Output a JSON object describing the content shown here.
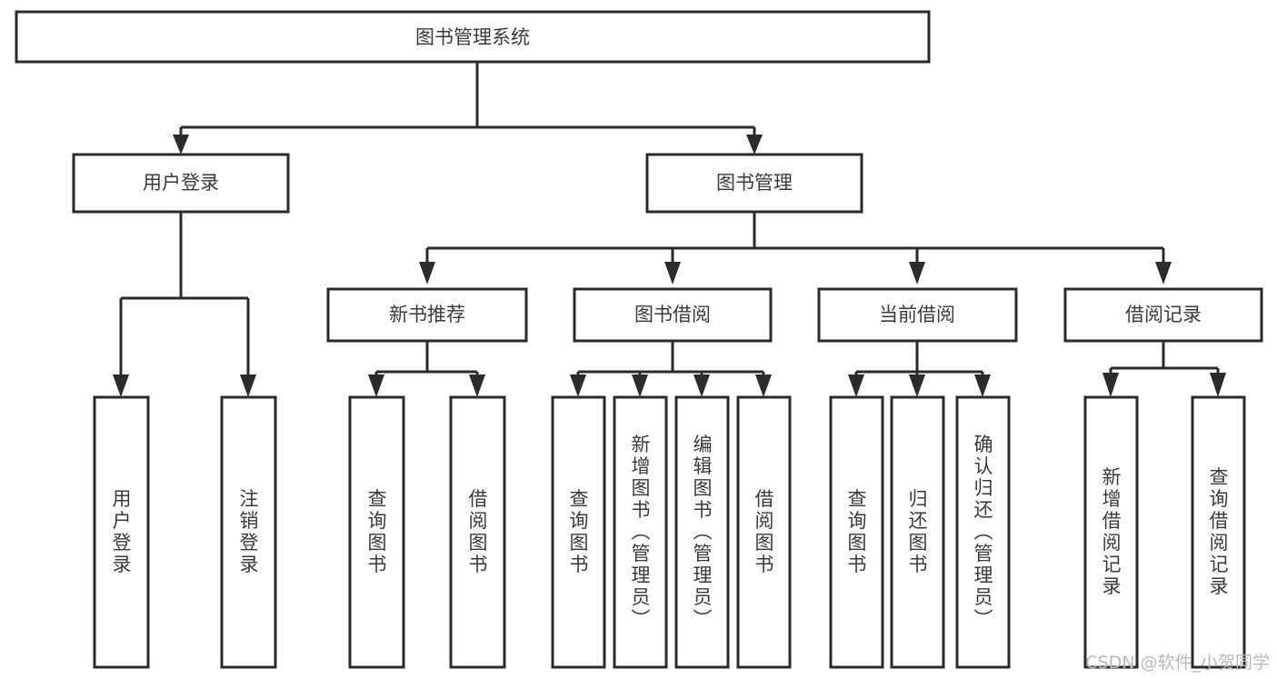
{
  "diagram": {
    "title": "图书管理系统",
    "type": "tree-hierarchy-diagram",
    "root": {
      "id": "root",
      "label": "图书管理系统"
    },
    "level2": [
      {
        "id": "user-login",
        "label": "用户登录"
      },
      {
        "id": "book-management",
        "label": "图书管理"
      }
    ],
    "level3": [
      {
        "id": "new-book-recommend",
        "label": "新书推荐",
        "parent": "book-management"
      },
      {
        "id": "book-borrow",
        "label": "图书借阅",
        "parent": "book-management"
      },
      {
        "id": "current-borrow",
        "label": "当前借阅",
        "parent": "book-management"
      },
      {
        "id": "borrow-record",
        "label": "借阅记录",
        "parent": "book-management"
      }
    ],
    "leaves": {
      "user-login": [
        {
          "id": "leaf-user-login",
          "label": "用户登录"
        },
        {
          "id": "leaf-logout",
          "label": "注销登录"
        }
      ],
      "new-book-recommend": [
        {
          "id": "leaf-query-book-1",
          "label": "查询图书"
        },
        {
          "id": "leaf-borrow-book-1",
          "label": "借阅图书"
        }
      ],
      "book-borrow": [
        {
          "id": "leaf-query-book-2",
          "label": "查询图书"
        },
        {
          "id": "leaf-add-book",
          "label": "新增图书（管理员）"
        },
        {
          "id": "leaf-edit-book",
          "label": "编辑图书（管理员）"
        },
        {
          "id": "leaf-borrow-book-2",
          "label": "借阅图书"
        }
      ],
      "current-borrow": [
        {
          "id": "leaf-query-book-3",
          "label": "查询图书"
        },
        {
          "id": "leaf-return-book",
          "label": "归还图书"
        },
        {
          "id": "leaf-confirm-return",
          "label": "确认归还（管理员）"
        }
      ],
      "borrow-record": [
        {
          "id": "leaf-add-record",
          "label": "新增借阅记录"
        },
        {
          "id": "leaf-query-record",
          "label": "查询借阅记录"
        }
      ]
    }
  },
  "watermark": {
    "text": "CSDN @软件_小贺同学"
  },
  "colors": {
    "stroke": "#2b2b2b",
    "fill": "#ffffff",
    "text": "#3a3a3a",
    "watermark": "#b9b9b9"
  }
}
